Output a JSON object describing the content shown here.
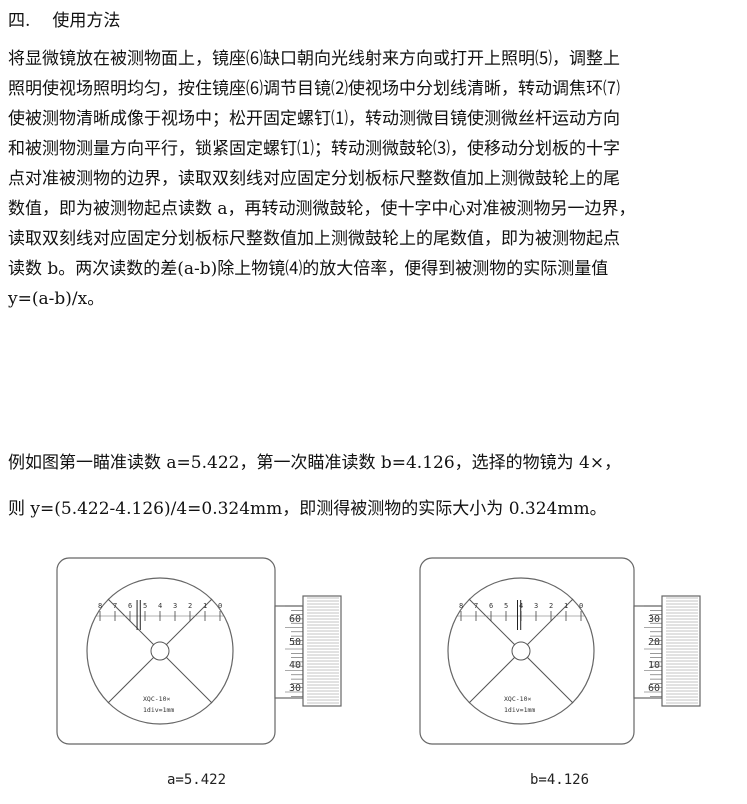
{
  "section": {
    "number": "四.",
    "title": "使用方法"
  },
  "paragraph_lines": [
    "将显微镜放在被测物面上，镜座⑹缺口朝向光线射来方向或打开上照明⑸，调整上",
    "照明使视场照明均匀，按住镜座⑹调节目镜⑵使视场中分划线清晰，转动调焦环⑺",
    "使被测物清晰成像于视场中；松开固定螺钉⑴，转动测微目镜使测微丝杆运动方向",
    "和被测物测量方向平行，锁紧固定螺钉⑴；转动测微鼓轮⑶，使移动分划板的十字",
    "点对准被测物的边界，读取双刻线对应固定分划板标尺整数值加上测微鼓轮上的尾",
    "数值，即为被测物起点读数 a，再转动测微鼓轮，使十字中心对准被测物另一边界，",
    "读取双刻线对应固定分划板标尺整数值加上测微鼓轮上的尾数值，即为被测物起点",
    "读数  b。两次读数的差(a-b)除上物镜⑷的放大倍率，便得到被测物的实际测量值",
    "y=(a-b)/x。"
  ],
  "example_line_1": "例如图第一瞄准读数 a=5.422，第一次瞄准读数 b=4.126，选择的物镜为 4×，",
  "example_line_2": "则 y=(5.422-4.126)/4=0.324mm，即测得被测物的实际大小为 0.324mm。",
  "figures": [
    {
      "caption": "a=5.422",
      "scale_labels": [
        "8",
        "7",
        "6",
        "5",
        "4",
        "3",
        "2",
        "1",
        "0"
      ],
      "model_label": "XQC-10×",
      "div_label": "1div=1mm",
      "drum_labels": [
        "60",
        "50",
        "40",
        "30"
      ],
      "reading": 5.422
    },
    {
      "caption": "b=4.126",
      "scale_labels": [
        "8",
        "7",
        "6",
        "5",
        "4",
        "3",
        "2",
        "1",
        "0"
      ],
      "model_label": "XQC-10×",
      "div_label": "1div=1mm",
      "drum_labels": [
        "30",
        "20",
        "10",
        "60"
      ],
      "reading": 4.126
    }
  ]
}
